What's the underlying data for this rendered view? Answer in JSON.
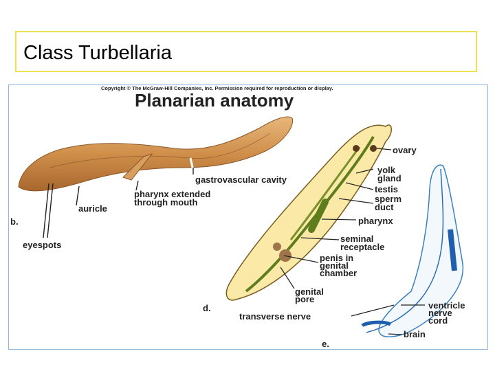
{
  "slide": {
    "title": "Class Turbellaria"
  },
  "figure": {
    "copyright": "Copyright © The McGraw-Hill Companies, Inc. Permission required for reproduction or display.",
    "heading": "Planarian anatomy",
    "panel_b": "b.",
    "panel_d": "d.",
    "panel_e": "e.",
    "labels": {
      "gastrovascular_cavity": "gastrovascular cavity",
      "pharynx_extended_1": "pharynx extended",
      "pharynx_extended_2": "through mouth",
      "auricle": "auricle",
      "eyespots": "eyespots",
      "ovary": "ovary",
      "yolk_gland_1": "yolk",
      "yolk_gland_2": "gland",
      "testis": "testis",
      "sperm_duct_1": "sperm",
      "sperm_duct_2": "duct",
      "pharynx": "pharynx",
      "seminal_receptacle_1": "seminal",
      "seminal_receptacle_2": "receptacle",
      "penis_1": "penis in",
      "penis_2": "genital",
      "penis_3": "chamber",
      "genital_pore_1": "genital",
      "genital_pore_2": "pore",
      "transverse_nerve": "transverse nerve",
      "ventricle_nerve_1": "ventricle",
      "ventricle_nerve_2": "nerve",
      "ventricle_nerve_3": "cord",
      "brain": "brain"
    }
  }
}
